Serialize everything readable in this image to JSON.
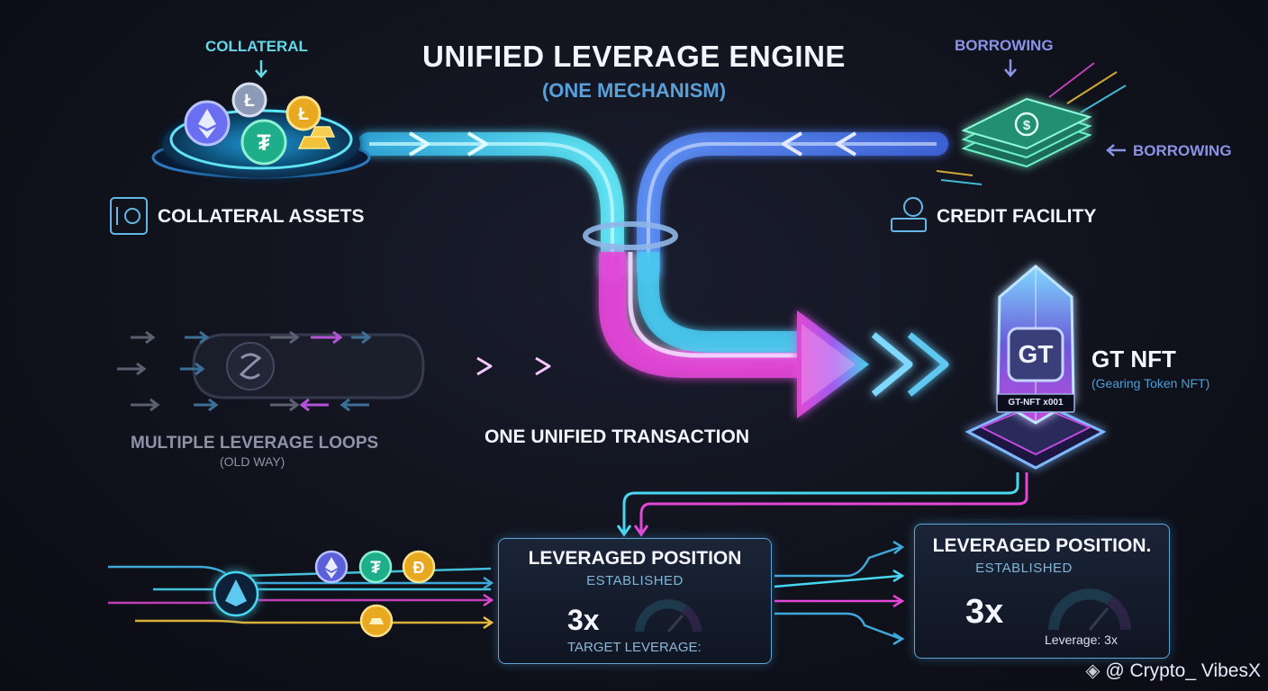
{
  "header": {
    "title": "UNIFIED LEVERAGE ENGINE",
    "subtitle": "(ONE MECHANISM)"
  },
  "collateral": {
    "top_label": "COLLATERAL",
    "label": "COLLATERAL ASSETS"
  },
  "borrowing": {
    "top_label": "BORROWING",
    "side_label": "BORROWING",
    "label": "CREDIT FACILITY"
  },
  "old_way": {
    "label": "MULTIPLE LEVERAGE LOOPS",
    "sublabel": "(OLD WAY)"
  },
  "unified": {
    "label": "ONE UNIFIED TRANSACTION"
  },
  "gt_nft": {
    "title": "GT NFT",
    "subtitle": "(Gearing Token NFT)",
    "badge": "GT",
    "plate": "GT-NFT x001"
  },
  "position_left": {
    "title": "LEVERAGED POSITION",
    "status": "ESTABLISHED",
    "multiplier": "3x",
    "caption": "TARGET LEVERAGE:"
  },
  "position_right": {
    "title": "LEVERAGED POSITION.",
    "status": "ESTABLISHED",
    "multiplier": "3x",
    "caption": "Leverage: 3x"
  },
  "watermark": "@ Crypto_ VibesX",
  "colors": {
    "cyan": "#3fd6ee",
    "blue": "#4b7cf0",
    "magenta": "#e247d6",
    "violet": "#8a93e6",
    "gold": "#f2c23a"
  }
}
